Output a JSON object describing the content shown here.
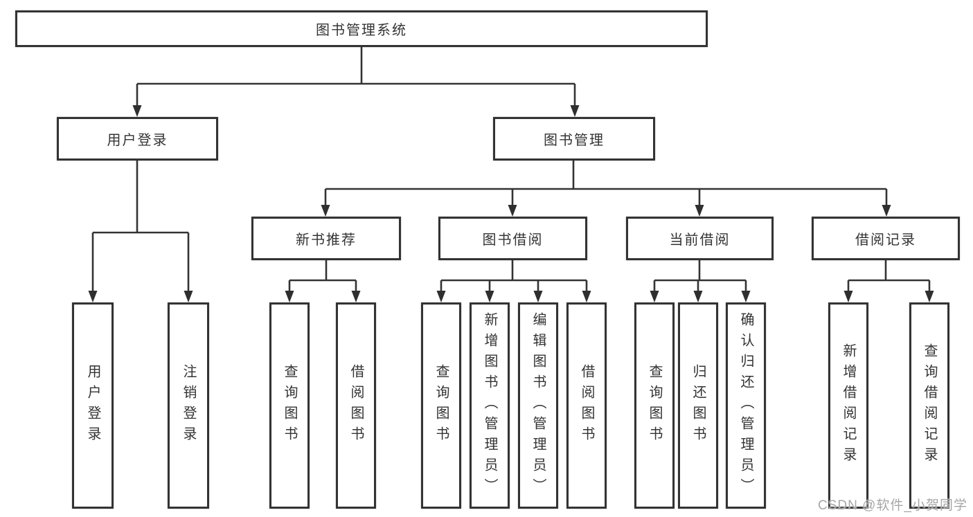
{
  "diagram": {
    "root": {
      "label": "图书管理系统"
    },
    "branches": [
      {
        "label": "用户登录",
        "children": [
          {
            "label": "用户登录"
          },
          {
            "label": "注销登录"
          }
        ]
      },
      {
        "label": "图书管理",
        "children": [
          {
            "label": "新书推荐",
            "children": [
              {
                "label": "查询图书"
              },
              {
                "label": "借阅图书"
              }
            ]
          },
          {
            "label": "图书借阅",
            "children": [
              {
                "label": "查询图书"
              },
              {
                "label": "新增图书（管理员）"
              },
              {
                "label": "编辑图书（管理员）"
              },
              {
                "label": "借阅图书"
              }
            ]
          },
          {
            "label": "当前借阅",
            "children": [
              {
                "label": "查询图书"
              },
              {
                "label": "归还图书"
              },
              {
                "label": "确认归还（管理员）"
              }
            ]
          },
          {
            "label": "借阅记录",
            "children": [
              {
                "label": "新增借阅记录"
              },
              {
                "label": "查询借阅记录"
              }
            ]
          }
        ]
      }
    ],
    "watermark": "CSDN @软件_小贺同学",
    "colors": {
      "line": "#333333",
      "box_fill": "#ffffff",
      "text": "#333333",
      "watermark": "#a6a6a6"
    }
  }
}
